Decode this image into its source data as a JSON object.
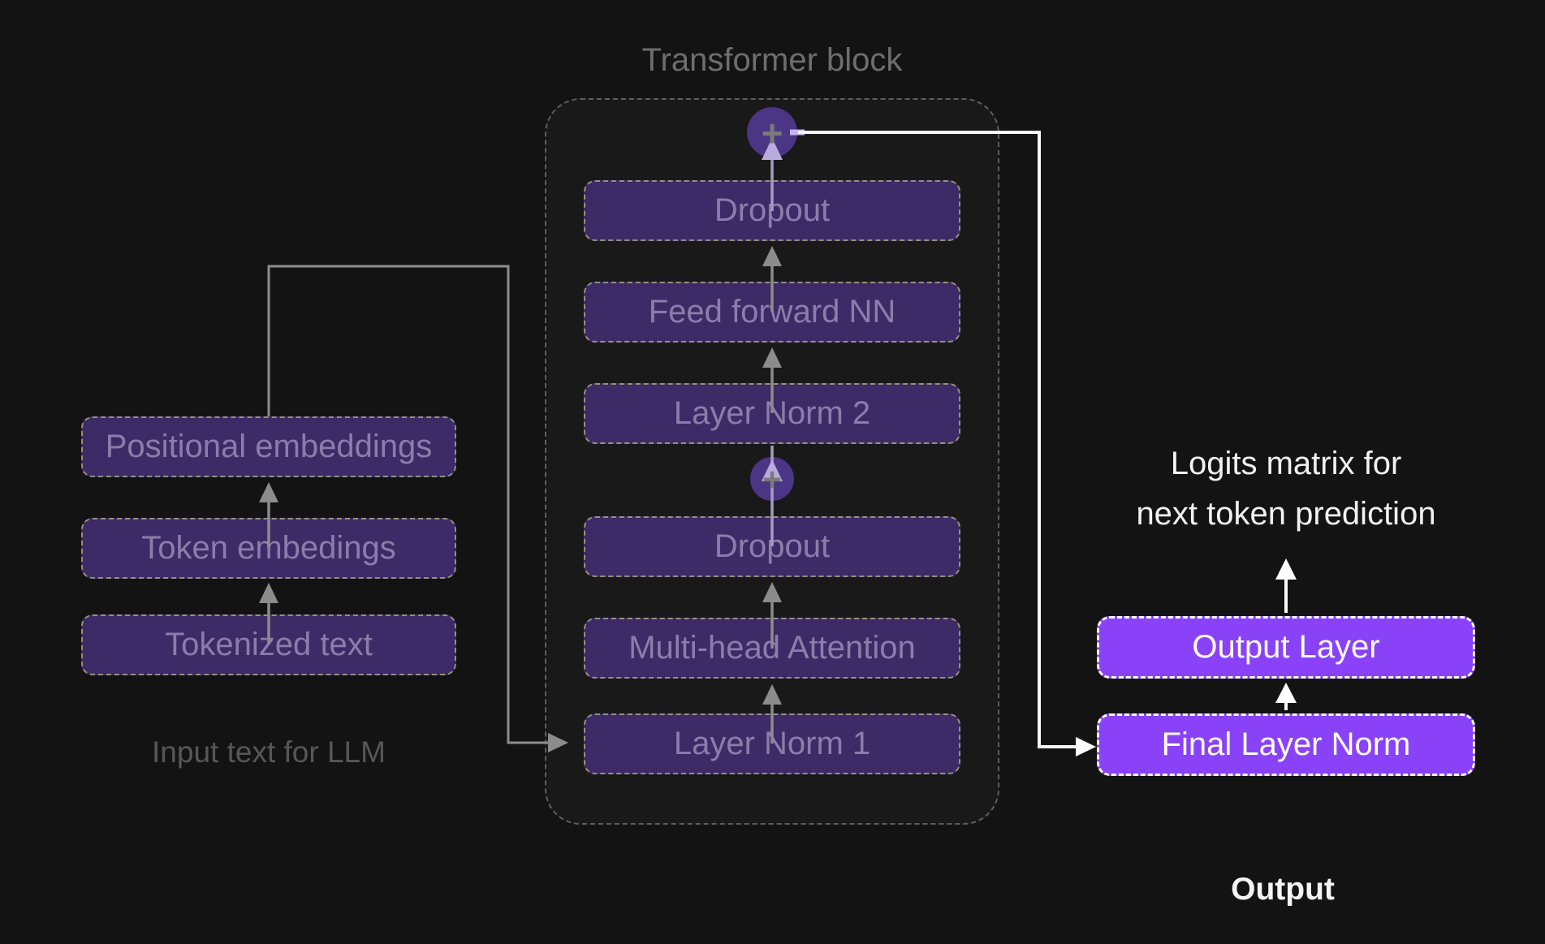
{
  "diagram": {
    "transformer_block": {
      "title": "Transformer block",
      "layers": [
        "Dropout",
        "Feed forward NN",
        "Layer Norm 2",
        "Dropout",
        "Multi-head Attention",
        "Layer Norm 1"
      ],
      "residual_add_symbol": "+"
    },
    "input_pipeline": {
      "boxes": [
        "Positional embeddings",
        "Token embedings",
        "Tokenized text"
      ],
      "caption": "Input text for LLM"
    },
    "output_pipeline": {
      "annotation_line1": "Logits matrix for",
      "annotation_line2": "next token prediction",
      "boxes": [
        "Output Layer",
        "Final Layer Norm"
      ],
      "caption": "Output"
    },
    "colors": {
      "background": "#131313",
      "block_fill": "#3c2b66",
      "block_border": "#93937c",
      "block_text": "#8b7dab",
      "residual_circle": "#4b3585",
      "highlight_fill": "#8a42f8",
      "highlight_border": "#ffffff",
      "arrow_gray": "#8c8c8c",
      "arrow_lavender": "#b9aadd",
      "arrow_white": "#f7f7f7",
      "muted_text": "#6e6e6e"
    }
  }
}
